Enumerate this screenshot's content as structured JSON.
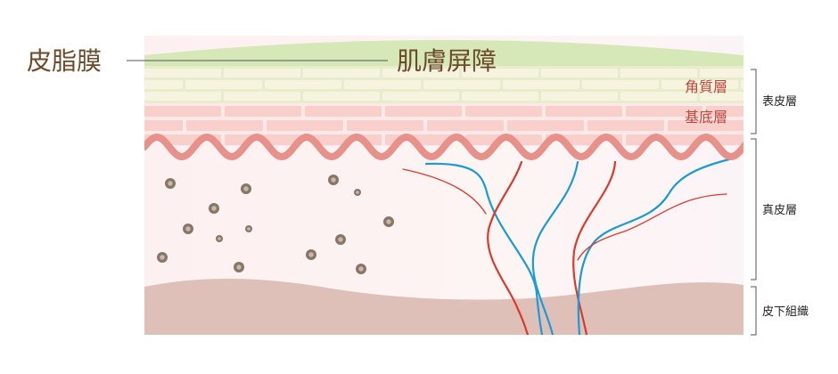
{
  "labels": {
    "sebum_film": "皮脂膜",
    "skin_barrier": "肌膚屏障",
    "stratum_corneum": "角質層",
    "basal_layer": "基底層",
    "epidermis": "表皮層",
    "dermis": "真皮層",
    "subcutaneous": "皮下組織"
  },
  "colors": {
    "sebum": "#d7e8b8",
    "corneum_brick": "#f2f1d8",
    "basal_brick": "#f8d4d0",
    "membrane": "#e8908a",
    "dermis_bg": "#fdf1f1",
    "subcutaneous": "#dfc0b8",
    "vein": "#1a9ad6",
    "artery": "#d93a2b",
    "cell_dot": "#8a7666",
    "text_primary": "#6b4a2b",
    "text_layer": "#c0463e"
  }
}
